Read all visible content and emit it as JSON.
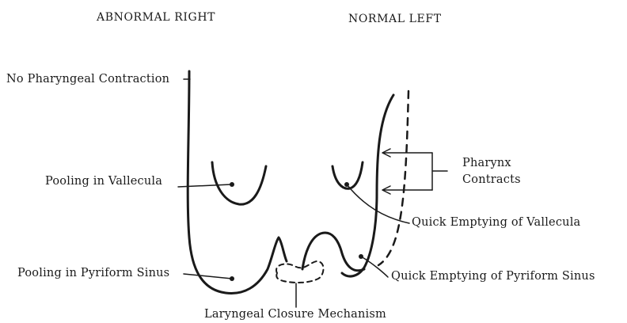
{
  "headings": {
    "right": "ABNORMAL RIGHT",
    "left": "NORMAL LEFT"
  },
  "labels": {
    "no_contraction": "No Pharyngeal Contraction",
    "pooling_vallecula": "Pooling in Vallecula",
    "pooling_pyriform": "Pooling in Pyriform Sinus",
    "laryngeal_closure": "Laryngeal Closure Mechanism",
    "pharynx_contracts_1": "Pharynx",
    "pharynx_contracts_2": "Contracts",
    "quick_emptying_vallecula": "Quick Emptying of Vallecula",
    "quick_emptying_pyriform": "Quick Emptying of Pyriform Sinus"
  },
  "colors": {
    "ink": "#1a1a1a",
    "background": "#ffffff"
  }
}
